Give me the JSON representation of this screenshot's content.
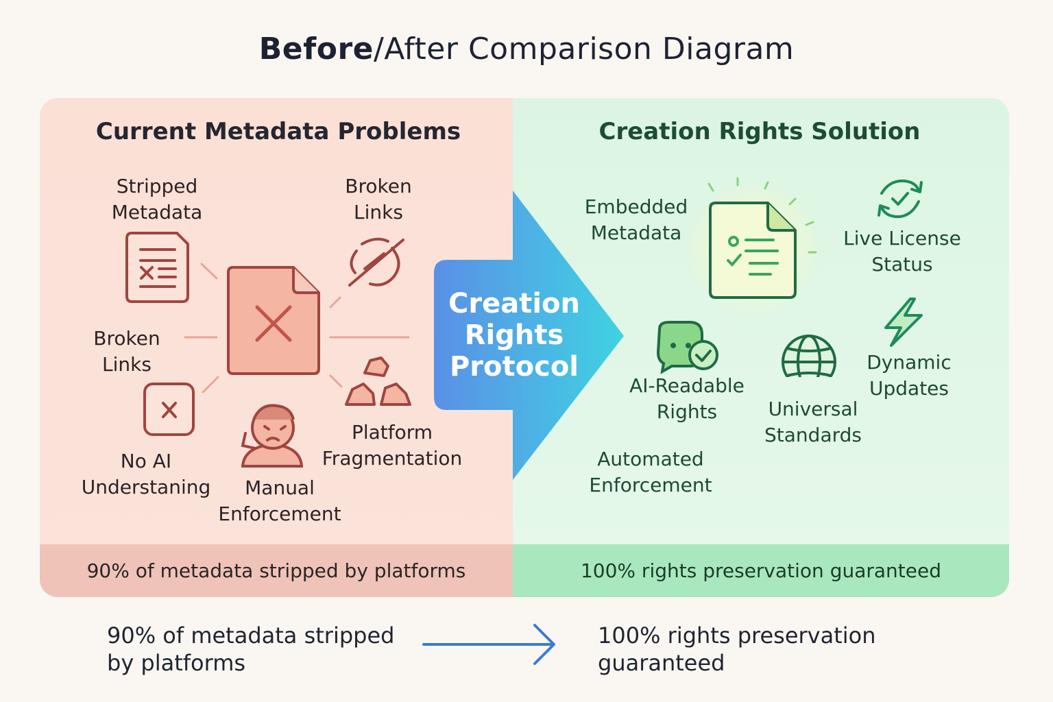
{
  "title": {
    "bold_part": "Before",
    "rest": "/After Comparison Diagram"
  },
  "left_panel": {
    "heading": "Current Metadata Problems",
    "items": {
      "stripped_metadata": "Stripped\nMetadata",
      "broken_links_top": "Broken\nLinks",
      "broken_links_left": "Broken\nLinks",
      "no_ai": "No AI\nUnderstaning",
      "manual_enforcement": "Manual\nEnforcement",
      "platform_fragmentation": "Platform\nFragmentation"
    },
    "footer_strong": "90% of metadata stripped",
    "footer_rest": " by platforms"
  },
  "arrow": {
    "label": "Creation\nRights\nProtocol"
  },
  "right_panel": {
    "heading": "Creation Rights Solution",
    "items": {
      "embedded_metadata": "Embedded\nMetadata",
      "live_license": "Live License\nStatus",
      "ai_readable": "AI-Readable\nRights",
      "universal_standards": "Universal\nStandards",
      "dynamic_updates": "Dynamic\nUpdates",
      "automated_enforcement": "Automated\nEnforcement"
    },
    "footer": "100% rights preservation guaranteed"
  },
  "bottom": {
    "left": "90% of metadata stripped\nby platforms",
    "right": "100% rights preservation\nguaranteed"
  },
  "colors": {
    "problem_stroke": "#a0453f",
    "solution_stroke": "#1f6b45",
    "arrow_start": "#5b8fe6",
    "arrow_end": "#3fd3e2",
    "bottom_arrow": "#3a7bd5"
  }
}
